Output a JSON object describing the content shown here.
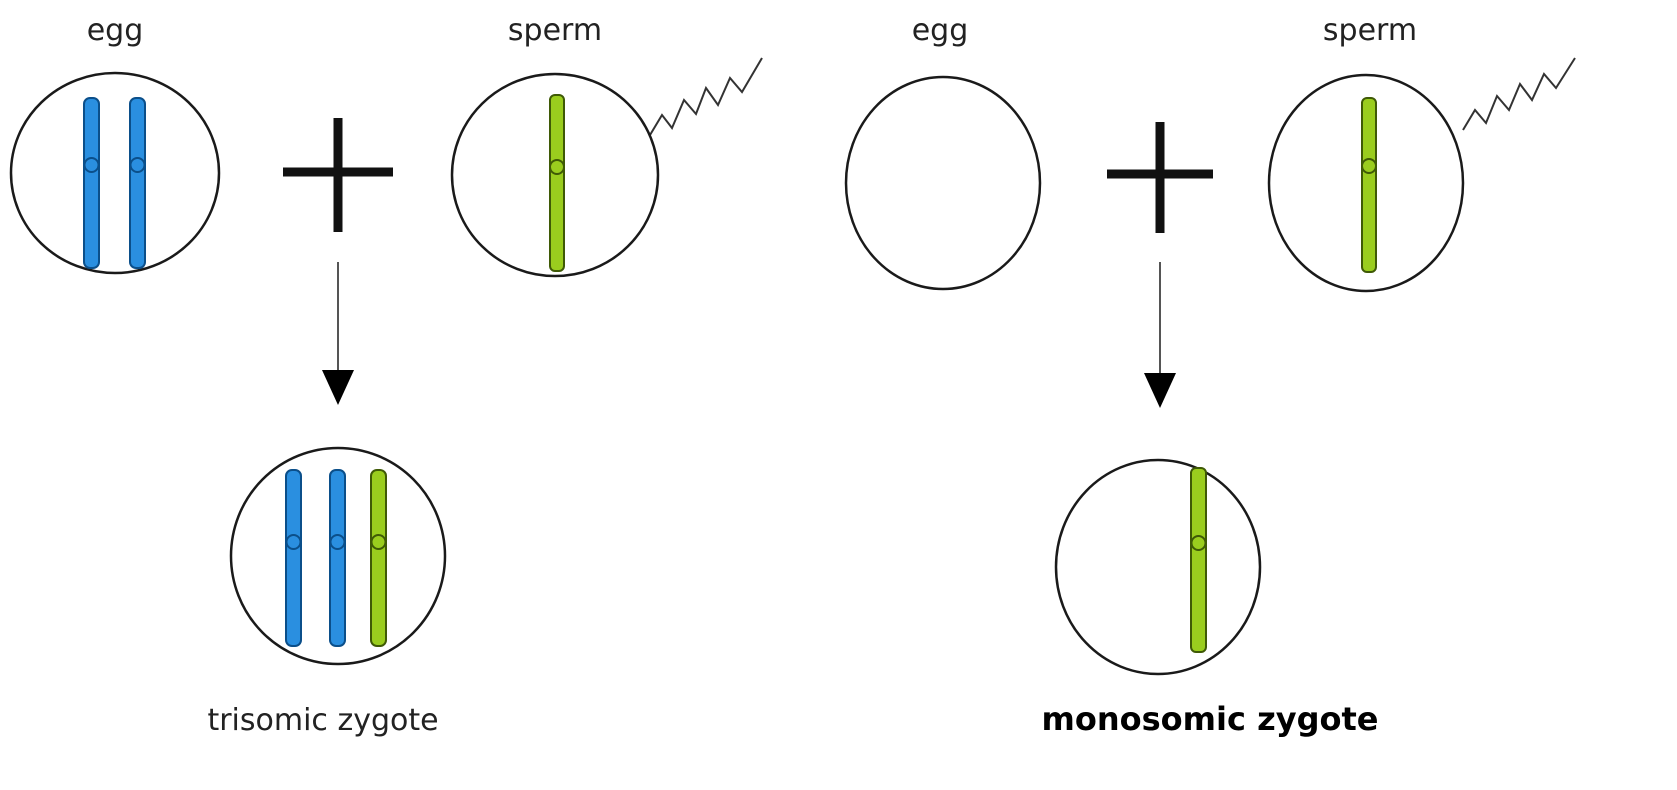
{
  "left_panel": {
    "egg_label": "egg",
    "sperm_label": "sperm",
    "result_label": "trisomic zygote"
  },
  "right_panel": {
    "egg_label": "egg",
    "sperm_label": "sperm",
    "result_label": "monosomic zygote"
  },
  "colors": {
    "maternal_chromosome": "#2a8fe0",
    "maternal_chromosome_outline": "#0b4f8a",
    "paternal_chromosome": "#9acd1e",
    "paternal_chromosome_outline": "#3f5a06"
  },
  "icons": {
    "plus": "plus-icon",
    "arrow": "down-arrow-icon"
  }
}
